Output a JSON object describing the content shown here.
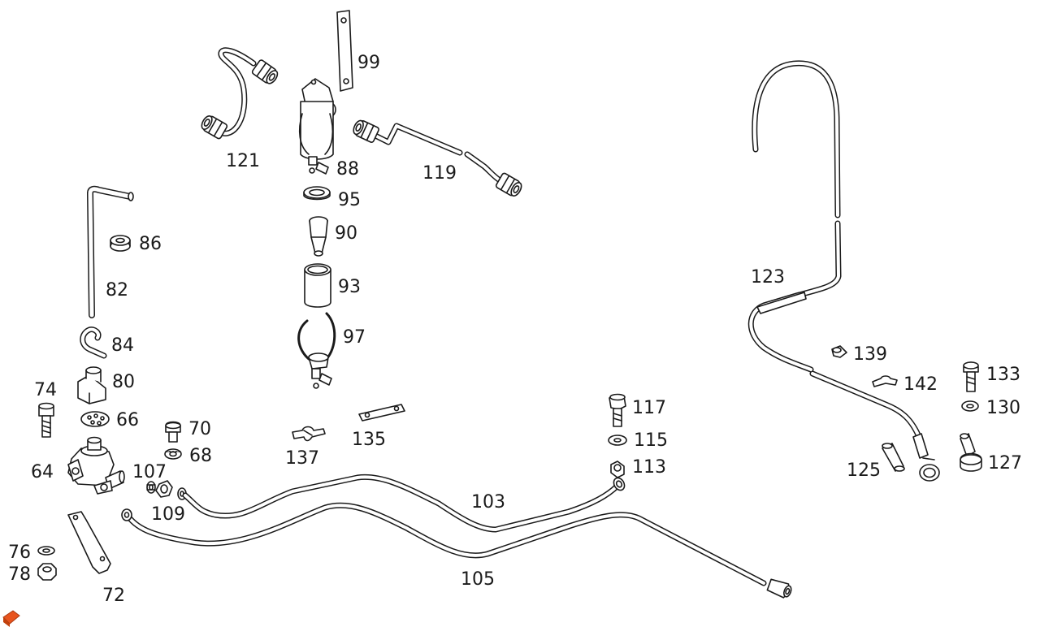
{
  "diagram": {
    "stroke_color": "#1a1a1a",
    "fill_color": "#ffffff",
    "marker_color": "#e8541e",
    "callouts": {
      "c99": "99",
      "c121": "121",
      "c88": "88",
      "c95": "95",
      "c119": "119",
      "c90": "90",
      "c86": "86",
      "c82": "82",
      "c93": "93",
      "c97": "97",
      "c84": "84",
      "c80": "80",
      "c74": "74",
      "c66": "66",
      "c70": "70",
      "c68": "68",
      "c64": "64",
      "c107": "107",
      "c109": "109",
      "c76": "76",
      "c78": "78",
      "c72": "72",
      "c137": "137",
      "c135": "135",
      "c103": "103",
      "c105": "105",
      "c117": "117",
      "c115": "115",
      "c113": "113",
      "c123": "123",
      "c139": "139",
      "c142": "142",
      "c133": "133",
      "c130": "130",
      "c125": "125",
      "c127": "127"
    }
  }
}
